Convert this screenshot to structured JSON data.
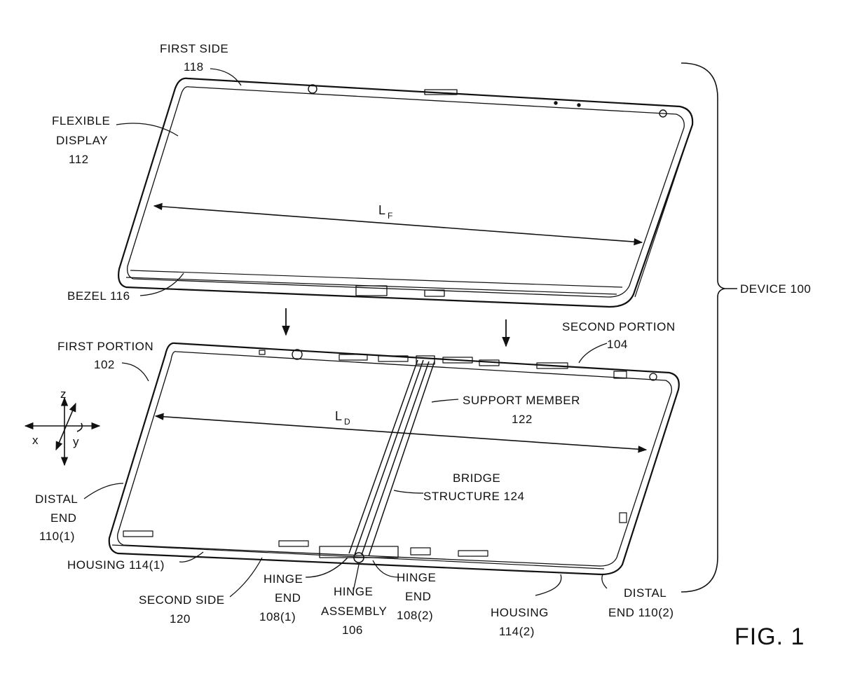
{
  "figure": {
    "fig_label": "FIG. 1",
    "device_label": "DEVICE 100",
    "line_color": "#111111"
  },
  "labels": {
    "first_side": "FIRST SIDE",
    "first_side_num": "118",
    "flexible": "FLEXIBLE",
    "display": "DISPLAY",
    "display_num": "112",
    "bezel": "BEZEL 116",
    "lf_main": "L",
    "lf_sub": "F",
    "second_portion": "SECOND PORTION",
    "second_portion_num": "104",
    "first_portion": "FIRST PORTION",
    "first_portion_num": "102",
    "support_member": "SUPPORT MEMBER",
    "support_member_num": "122",
    "ld_main": "L",
    "ld_sub": "D",
    "bridge": "BRIDGE",
    "bridge_structure": "STRUCTURE 124",
    "distal": "DISTAL",
    "end": "END",
    "distal_num": "110(1)",
    "housing1": "HOUSING 114(1)",
    "second_side": "SECOND SIDE",
    "second_side_num": "120",
    "hinge_end1": "HINGE",
    "hinge_end1_b": "END",
    "hinge_end1_num": "108(1)",
    "hinge_assembly": "HINGE",
    "hinge_assembly_b": "ASSEMBLY",
    "hinge_assembly_num": "106",
    "hinge_end2": "HINGE",
    "hinge_end2_b": "END",
    "hinge_end2_num": "108(2)",
    "housing2": "HOUSING",
    "housing2_num": "114(2)",
    "distal2": "DISTAL",
    "distal2_b": "END 110(2)"
  },
  "axes": {
    "z": "z",
    "x": "x",
    "y": "y"
  }
}
